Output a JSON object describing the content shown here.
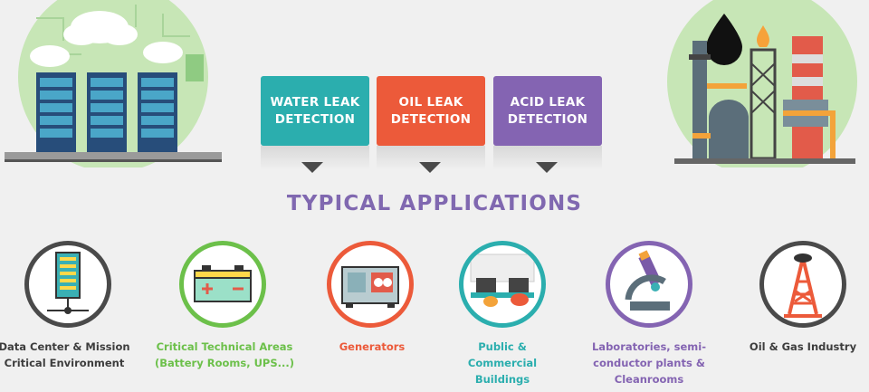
{
  "detections": [
    {
      "line1": "WATER LEAK",
      "line2": "DETECTION",
      "color": "#2baeae"
    },
    {
      "line1": "OIL LEAK",
      "line2": "DETECTION",
      "color": "#ec5a3a"
    },
    {
      "line1": "ACID LEAK",
      "line2": "DETECTION",
      "color": "#8464b2"
    }
  ],
  "heading": "TYPICAL APPLICATIONS",
  "applications": [
    {
      "lines": [
        "Data Center & Mission",
        "Critical Environment"
      ],
      "color": "#3d3d3d",
      "icon": "server-icon"
    },
    {
      "lines": [
        "Critical Technical Areas",
        "(Battery Rooms, UPS...)"
      ],
      "color": "#6cc04a",
      "icon": "battery-icon"
    },
    {
      "lines": [
        "Generators"
      ],
      "color": "#ec5a3a",
      "icon": "generator-icon"
    },
    {
      "lines": [
        "Public &",
        "Commercial",
        "Buildings"
      ],
      "color": "#2baeae",
      "icon": "office-icon"
    },
    {
      "lines": [
        "Laboratories, semi-",
        "conductor plants &",
        "Cleanrooms"
      ],
      "color": "#8464b2",
      "icon": "microscope-icon"
    },
    {
      "lines": [
        "Oil & Gas Industry"
      ],
      "color": "#3d3d3d",
      "icon": "oil-derrick-icon"
    }
  ]
}
